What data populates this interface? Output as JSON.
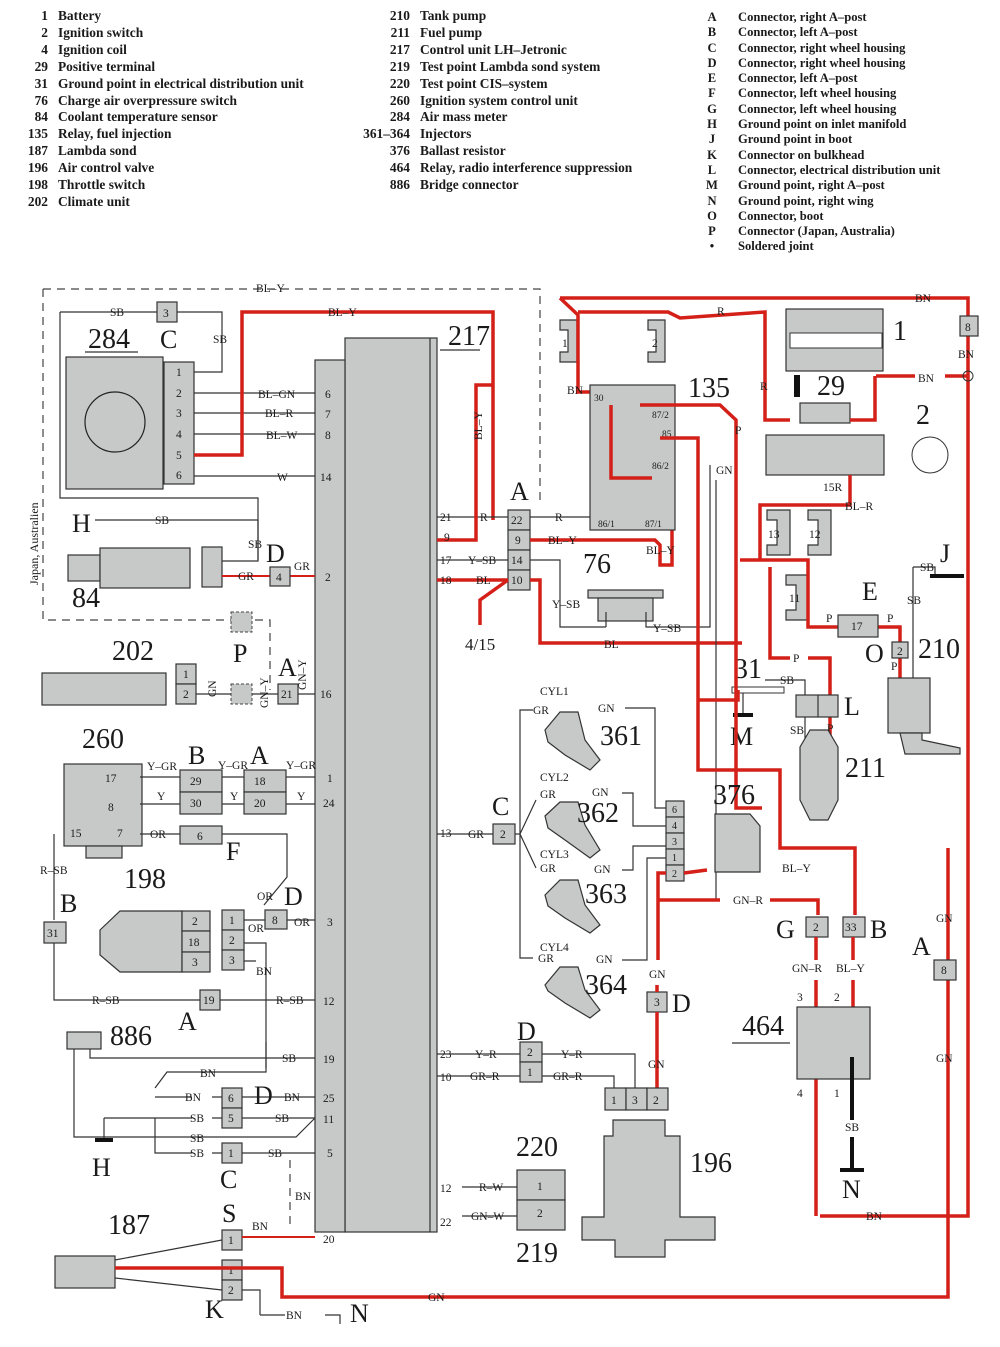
{
  "legend": {
    "components": [
      {
        "num": "1",
        "label": "Battery"
      },
      {
        "num": "2",
        "label": "Ignition switch"
      },
      {
        "num": "4",
        "label": "Ignition coil"
      },
      {
        "num": "29",
        "label": "Positive terminal"
      },
      {
        "num": "31",
        "label": "Ground point in electrical distribution unit"
      },
      {
        "num": "76",
        "label": "Charge air overpressure switch"
      },
      {
        "num": "84",
        "label": "Coolant temperature sensor"
      },
      {
        "num": "135",
        "label": "Relay, fuel injection"
      },
      {
        "num": "187",
        "label": "Lambda sond"
      },
      {
        "num": "196",
        "label": "Air control valve"
      },
      {
        "num": "198",
        "label": "Throttle switch"
      },
      {
        "num": "202",
        "label": "Climate unit"
      }
    ],
    "components_2": [
      {
        "num": "210",
        "label": "Tank pump"
      },
      {
        "num": "211",
        "label": "Fuel pump"
      },
      {
        "num": "217",
        "label": "Control unit LH–Jetronic"
      },
      {
        "num": "219",
        "label": "Test point Lambda sond system"
      },
      {
        "num": "220",
        "label": "Test point CIS–system"
      },
      {
        "num": "260",
        "label": "Ignition system control unit"
      },
      {
        "num": "284",
        "label": "Air mass meter"
      },
      {
        "num": "361–364",
        "label": "Injectors"
      },
      {
        "num": "376",
        "label": "Ballast resistor"
      },
      {
        "num": "464",
        "label": "Relay, radio interference suppression"
      },
      {
        "num": "886",
        "label": "Bridge connector"
      }
    ],
    "connectors": [
      {
        "key": "A",
        "label": "Connector, right A–post"
      },
      {
        "key": "B",
        "label": "Connector, left A–post"
      },
      {
        "key": "C",
        "label": "Connector, right wheel housing"
      },
      {
        "key": "D",
        "label": "Connector, right wheel housing"
      },
      {
        "key": "E",
        "label": "Connector, left A–post"
      },
      {
        "key": "F",
        "label": "Connector, left wheel housing"
      },
      {
        "key": "G",
        "label": "Connector, left wheel housing"
      },
      {
        "key": "H",
        "label": "Ground point on inlet manifold"
      },
      {
        "key": "J",
        "label": "Ground point in boot"
      },
      {
        "key": "K",
        "label": "Connector on bulkhead"
      },
      {
        "key": "L",
        "label": "Connector, electrical distribution unit"
      },
      {
        "key": "M",
        "label": "Ground point, right A–post"
      },
      {
        "key": "N",
        "label": "Ground point, right wing"
      },
      {
        "key": "O",
        "label": "Connector, boot"
      },
      {
        "key": "P",
        "label": "Connector (Japan, Australia)"
      },
      {
        "key": "•",
        "label": "Soldered joint"
      }
    ]
  },
  "colors": {
    "power_wire": "#d42018",
    "signal_wire": "#333333",
    "component_fill": "#c6c9c8"
  },
  "diagram": {
    "region_note": "Japan, Australien",
    "labels": {
      "c284": "284",
      "c217": "217",
      "c135": "135",
      "c1": "1",
      "c29": "29",
      "c2": "2",
      "c84": "84",
      "c76": "76",
      "c202": "202",
      "c260": "260",
      "c198": "198",
      "c886": "886",
      "c187": "187",
      "c361": "361",
      "c362": "362",
      "c363": "363",
      "c364": "364",
      "c376": "376",
      "c31": "31",
      "c211": "211",
      "c210": "210",
      "c464": "464",
      "c220": "220",
      "c219": "219",
      "c196": "196",
      "c415": "4/15"
    },
    "conn_letters": {
      "C_top": "C",
      "A_ecu": "A",
      "D_84": "D",
      "P": "P",
      "A_202": "A",
      "B_260": "B",
      "A_260": "A",
      "F": "F",
      "D_198": "D",
      "B_31": "B",
      "A_19": "A",
      "H_top": "H",
      "H_bot": "H",
      "D_25": "D",
      "C_1": "C",
      "S": "S",
      "K": "K",
      "N_bot": "N",
      "C_inj": "C",
      "D_valve": "D",
      "D_196": "D",
      "G": "G",
      "B_33": "B",
      "A_8": "A",
      "N_464": "N",
      "M": "M",
      "L": "L",
      "E": "E",
      "O": "O",
      "J": "J"
    },
    "cylinders": [
      "CYL1",
      "CYL2",
      "CYL3",
      "CYL4"
    ],
    "ecu_pins_left": [
      "6",
      "7",
      "8",
      "14",
      "2",
      "16",
      "1",
      "24",
      "3",
      "12",
      "19",
      "25",
      "11",
      "5",
      "20"
    ],
    "ecu_pins_right": [
      "21",
      "9",
      "17",
      "18",
      "13",
      "23",
      "10",
      "12",
      "22"
    ],
    "wire_colors": {
      "bl_y": "BL–Y",
      "sb": "SB",
      "bl_gn": "BL–GN",
      "bl_r": "BL–R",
      "bl_w": "BL–W",
      "w": "W",
      "gr": "GR",
      "gn": "GN",
      "gn_y": "GN–Y",
      "y_gr": "Y–GR",
      "y": "Y",
      "or": "OR",
      "r_sb": "R–SB",
      "bn": "BN",
      "r": "R",
      "y_sb": "Y–SB",
      "bl": "BL",
      "p": "P",
      "gn_r": "GN–R",
      "y_r": "Y–R",
      "gr_r": "GR–R",
      "r_w": "R–W",
      "gn_w": "GN–W",
      "r15": "15R"
    },
    "relay_pins": {
      "p30": "30",
      "p87_2": "87/2",
      "p85": "85",
      "p86_2": "86/2",
      "p86_1": "86/1",
      "p87_1": "87/1"
    }
  }
}
